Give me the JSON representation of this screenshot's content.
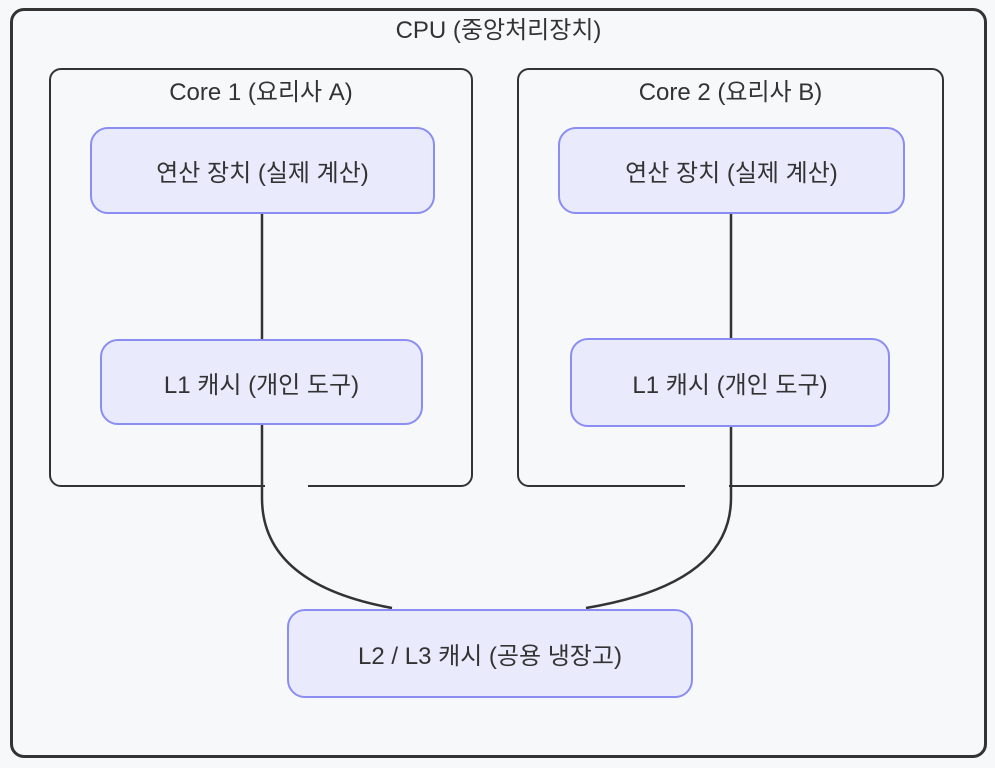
{
  "diagram": {
    "type": "flowchart",
    "colors": {
      "background": "#f7f8fa",
      "frame_stroke": "#333333",
      "node_fill": "#e9ebfc",
      "node_stroke": "#8b8df2",
      "edge_stroke": "#333333",
      "text": "#333333"
    },
    "cpu": {
      "title": "CPU (중앙처리장치)"
    },
    "cores": [
      {
        "title": "Core 1 (요리사 A)",
        "nodes": [
          {
            "label": "연산 장치 (실제 계산)"
          },
          {
            "label": "L1 캐시 (개인 도구)"
          }
        ]
      },
      {
        "title": "Core 2 (요리사 B)",
        "nodes": [
          {
            "label": "연산 장치 (실제 계산)"
          },
          {
            "label": "L1 캐시 (개인 도구)"
          }
        ]
      }
    ],
    "shared_cache": {
      "label": "L2 / L3 캐시 (공용 냉장고)"
    },
    "edges": [
      {
        "from": "core1-alu",
        "to": "core1-l1"
      },
      {
        "from": "core2-alu",
        "to": "core2-l1"
      },
      {
        "from": "core1-l1",
        "to": "l2-l3-cache"
      },
      {
        "from": "core2-l1",
        "to": "l2-l3-cache"
      }
    ]
  }
}
